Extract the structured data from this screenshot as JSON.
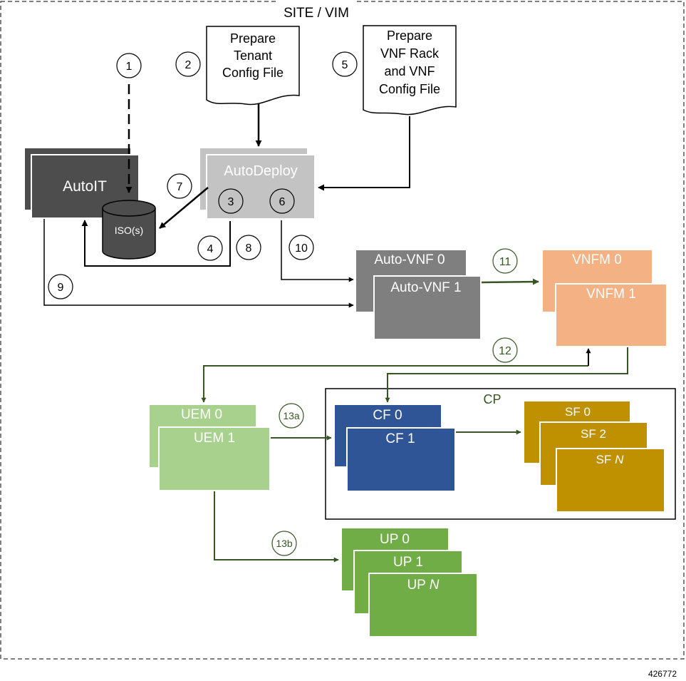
{
  "site_label": "SITE / VIM",
  "figure_id": "426772",
  "docs": {
    "tenant": [
      "Prepare",
      "Tenant",
      "Config File"
    ],
    "vnf": [
      "Prepare",
      "VNF Rack",
      "and VNF",
      "Config File"
    ]
  },
  "blocks": {
    "autoit": "AutoIT",
    "iso": "ISO(s)",
    "autodeploy": "AutoDeploy",
    "autovnf0": "Auto-VNF 0",
    "autovnf1": "Auto-VNF 1",
    "vnfm0": "VNFM 0",
    "vnfm1": "VNFM 1",
    "uem0": "UEM 0",
    "uem1": "UEM 1",
    "cp": "CP",
    "cf0": "CF 0",
    "cf1": "CF 1",
    "sf0": "SF 0",
    "sf2": "SF 2",
    "sfn_prefix": "SF ",
    "sfn_suffix": "N",
    "up0": "UP 0",
    "up1": "UP 1",
    "upn_prefix": "UP ",
    "upn_suffix": "N"
  },
  "steps": {
    "s1": "1",
    "s2": "2",
    "s3": "3",
    "s4": "4",
    "s5": "5",
    "s6": "6",
    "s7": "7",
    "s8": "8",
    "s9": "9",
    "s10": "10",
    "s11": "11",
    "s12": "12",
    "s13a": "13a",
    "s13b": "13b"
  },
  "colors": {
    "autoit": "#4d4d4d",
    "autodeploy": "#c3c3c3",
    "autovnf": "#7f7f7f",
    "vnfm": "#f4b183",
    "uem": "#a9d18e",
    "cf": "#2f5597",
    "sf": "#bf9000",
    "up": "#70ad47",
    "green_line": "#375623"
  }
}
